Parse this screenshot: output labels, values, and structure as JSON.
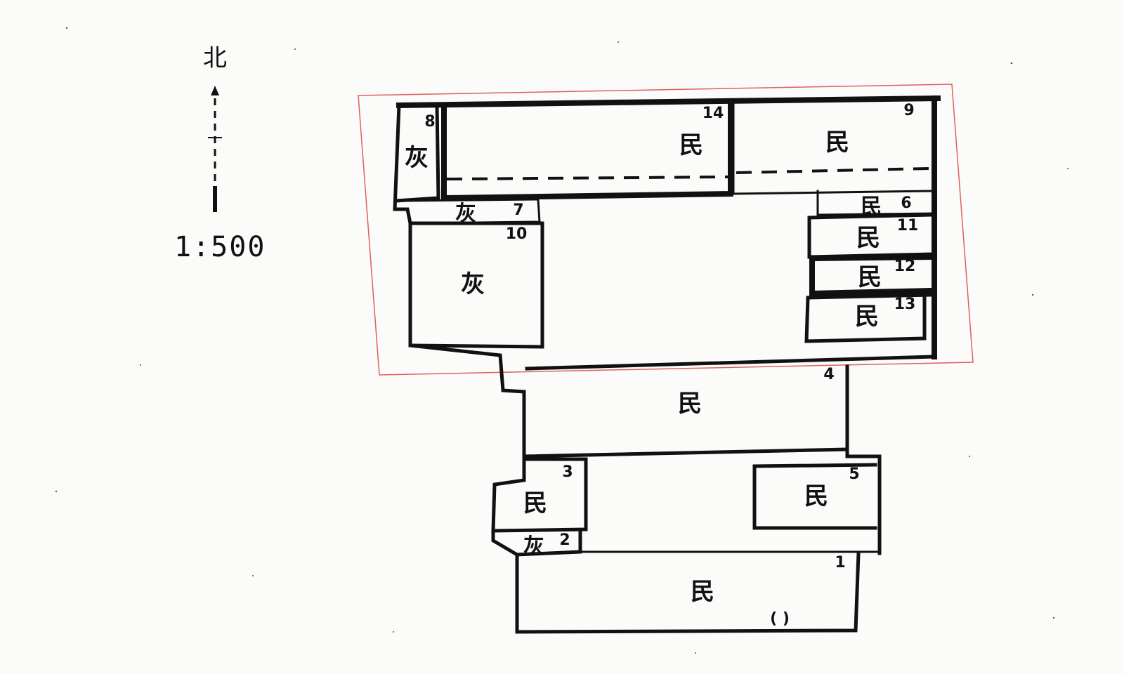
{
  "legend": {
    "north": "北",
    "scale": "1:500"
  },
  "buildings": [
    {
      "number": "8",
      "class": "灰"
    },
    {
      "number": "14",
      "class": "民"
    },
    {
      "number": "9",
      "class": "民"
    },
    {
      "number": "7",
      "class": "灰"
    },
    {
      "number": "10",
      "class": "灰"
    },
    {
      "number": "6",
      "class": "民"
    },
    {
      "number": "11",
      "class": "民"
    },
    {
      "number": "12",
      "class": "民"
    },
    {
      "number": "13",
      "class": "民"
    },
    {
      "number": "4",
      "class": "民"
    },
    {
      "number": "3",
      "class": "民"
    },
    {
      "number": "5",
      "class": "民"
    },
    {
      "number": "2",
      "class": "灰"
    },
    {
      "number": "1",
      "class": "民"
    }
  ],
  "annotations": {
    "building_1_bracket": "(    )"
  },
  "colors": {
    "line": "#111111",
    "boundary": "#e0605a",
    "paper": "#fbfbf9"
  }
}
